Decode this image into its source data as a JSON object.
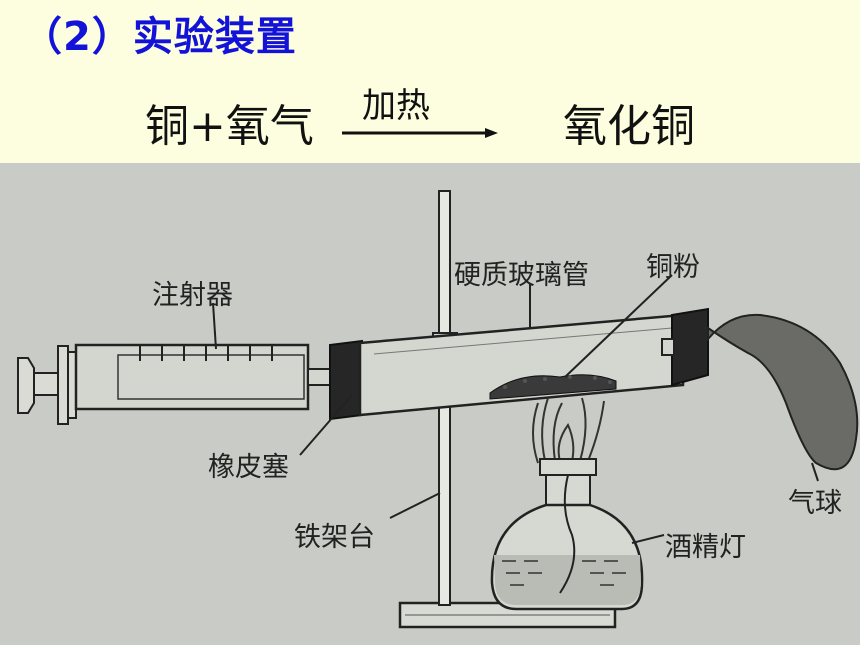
{
  "heading": "（2）实验装置",
  "equation": {
    "reactants": "铜+氧气",
    "condition": "加热",
    "product": "氧化铜"
  },
  "diagram": {
    "labels": {
      "syringe": "注射器",
      "glass_tube": "硬质玻璃管",
      "copper_powder": "铜粉",
      "rubber_stopper": "橡皮塞",
      "iron_stand": "铁架台",
      "alcohol_lamp": "酒精灯",
      "balloon": "气球"
    }
  },
  "colors": {
    "heading": "#1212d8",
    "background": "#fdfde0",
    "figure_background": "#c9ccc6"
  }
}
